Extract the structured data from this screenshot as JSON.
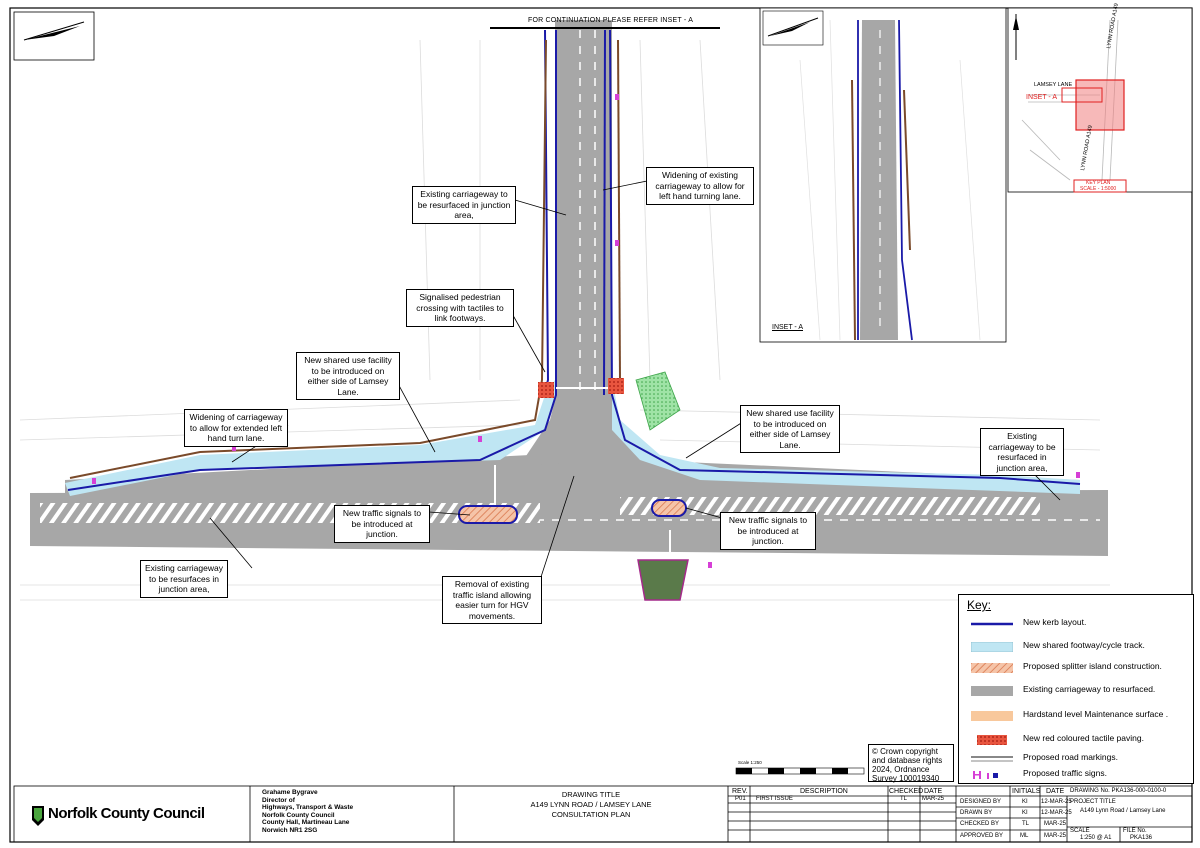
{
  "drawing": {
    "continuation_note": "FOR CONTINUATION PLEASE REFER INSET - A",
    "inset_label": "INSET - A",
    "keyplan": {
      "road_lamsey": "LAMSEY LANE",
      "road_lynn_top": "LYNN ROAD A149",
      "road_lynn_bottom": "LYNN ROAD A149",
      "inset_tag": "INSET - A",
      "plan_label": "KEY PLAN",
      "plan_scale": "SCALE - 1:5000"
    }
  },
  "callouts": {
    "resurface_north": "Existing carriageway to be resurfaced in junction area,",
    "widen_left_turn": "Widening of existing carriageway to allow for left hand turning lane.",
    "ped_crossing": "Signalised pedestrian crossing with tactiles to link footways.",
    "shared_use_west": "New shared use facility to be introduced on either side of Lamsey Lane.",
    "widen_extended": "Widening of carriageway to allow for extended left hand turn lane.",
    "shared_use_east": "New shared use facility to be introduced on either side of Lamsey Lane.",
    "resurface_east": "Existing carriageway to be resurfaced in junction area,",
    "signals_west": "New traffic signals to be introduced at junction.",
    "signals_east": "New traffic signals to be introduced at junction.",
    "resurface_west": "Existing carriageway to be resurfaces in junction area,",
    "island_removal": "Removal of existing traffic island allowing easier turn for HGV movements."
  },
  "key": {
    "title": "Key:",
    "items": [
      {
        "label": "New kerb layout.",
        "symbol": "kerb-line",
        "color": "#1a1aa8"
      },
      {
        "label": "New shared footway/cycle track.",
        "symbol": "shared-footway",
        "color": "#bfe6f3"
      },
      {
        "label": "Proposed splitter island construction.",
        "symbol": "splitter-island",
        "color": "#f2b99b"
      },
      {
        "label": "Existing carriageway to resurfaced.",
        "symbol": "carriageway",
        "color": "#a7a7a7"
      },
      {
        "label": "Hardstand level Maintenance surface .",
        "symbol": "hardstand",
        "color": "#f8c89c"
      },
      {
        "label": "New red coloured tactile paving.",
        "symbol": "tactile",
        "color": "#e03a2b"
      },
      {
        "label": "Proposed road markings.",
        "symbol": "road-markings",
        "color": "#888888"
      },
      {
        "label": "Proposed traffic signs.",
        "symbol": "traffic-signs",
        "color": "#d63fd6"
      }
    ]
  },
  "copyright": "© Crown copyright and database rights 2024, Ordnance Survey 100019340",
  "scale_bar_label": "Scale 1:250",
  "title_block": {
    "logo_text": "Norfolk County Council",
    "address": [
      "Grahame Bygrave",
      "Director of",
      "Highways, Transport & Waste",
      "Norfolk County Council",
      "County Hall, Martineau Lane",
      "Norwich NR1 2SG"
    ],
    "drawing_title_label": "DRAWING TITLE",
    "drawing_title_1": "A149 LYNN ROAD / LAMSEY LANE",
    "drawing_title_2": "CONSULTATION PLAN",
    "rev_headers": {
      "rev": "REV.",
      "desc": "DESCRIPTION",
      "checked": "CHECKED",
      "date": "DATE"
    },
    "rev_rows": [
      {
        "rev": "P01",
        "desc": "FIRST ISSUE",
        "checked": "TL",
        "date": "MAR-25"
      }
    ],
    "people_headers": {
      "initials": "INITIALS",
      "date": "DATE"
    },
    "people": [
      {
        "role": "DESIGNED BY",
        "initials": "KI",
        "date": "12-MAR-25"
      },
      {
        "role": "DRAWN BY",
        "initials": "KI",
        "date": "12-MAR-25"
      },
      {
        "role": "CHECKED BY",
        "initials": "TL",
        "date": "MAR-25"
      },
      {
        "role": "APPROVED BY",
        "initials": "ML",
        "date": "MAR-25"
      }
    ],
    "drawing_no": "DRAWING No. PKA136-000-0100-0",
    "project_title_label": "PROJECT TITLE",
    "project_title": "A149 Lynn Road / Lamsey Lane",
    "scale_label": "SCALE",
    "scale": "1:250 @ A1",
    "file_no_label": "FILE No.",
    "file_no": "PKA136"
  }
}
